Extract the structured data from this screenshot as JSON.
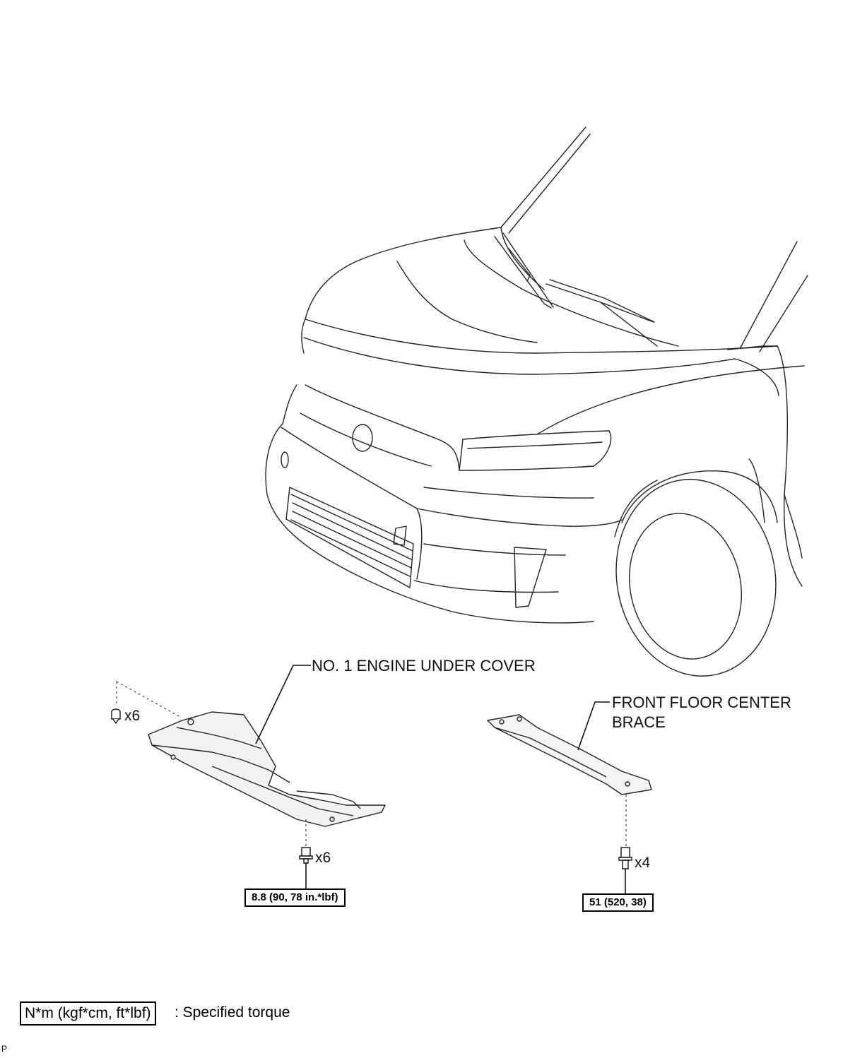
{
  "callouts": {
    "engine_under_cover": "NO. 1 ENGINE UNDER COVER",
    "front_floor_brace_line1": "FRONT FLOOR CENTER",
    "front_floor_brace_line2": "BRACE"
  },
  "fasteners": {
    "cover_clips_qty": "x6",
    "cover_bolts_qty": "x6",
    "brace_bolts_qty": "x4"
  },
  "torques": {
    "cover_bolt": "8.8 (90, 78 in.*lbf)",
    "brace_bolt": "51 (520, 38)"
  },
  "legend": {
    "unit_box": "N*m (kgf*cm, ft*lbf)",
    "description": ": Specified torque"
  },
  "illustration_code": "P"
}
